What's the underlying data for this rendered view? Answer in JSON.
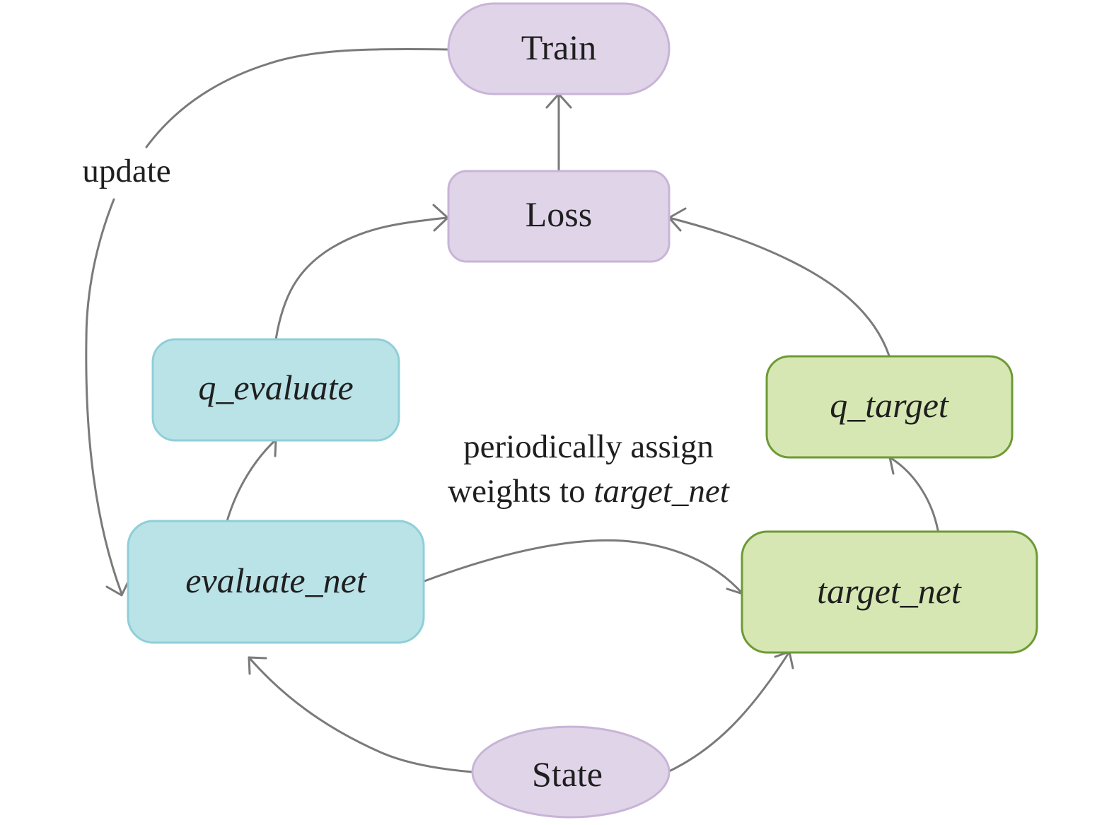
{
  "nodes": {
    "train": {
      "label": "Train",
      "color": "#e0d5e8",
      "border": "#c8b4d8"
    },
    "loss": {
      "label": "Loss",
      "color": "#e0d5e8",
      "border": "#c8b4d8"
    },
    "q_evaluate": {
      "label": "q_evaluate",
      "color": "#bae3e8",
      "border": "#8fcfd8"
    },
    "evaluate_net": {
      "label": "evaluate_net",
      "color": "#bae3e8",
      "border": "#8fcfd8"
    },
    "q_target": {
      "label": "q_target",
      "color": "#d6e7b3",
      "border": "#6e9a35"
    },
    "target_net": {
      "label": "target_net",
      "color": "#d6e7b3",
      "border": "#6e9a35"
    },
    "state": {
      "label": "State",
      "color": "#e0d5e8",
      "border": "#c8b4d8"
    }
  },
  "edge_labels": {
    "update": "update",
    "assign_line1": "periodically assign",
    "assign_line2_prefix": "weights to ",
    "assign_line2_italic": "target_net"
  },
  "colors": {
    "edge": "#7a7a7a",
    "text": "#1f1f1f"
  }
}
